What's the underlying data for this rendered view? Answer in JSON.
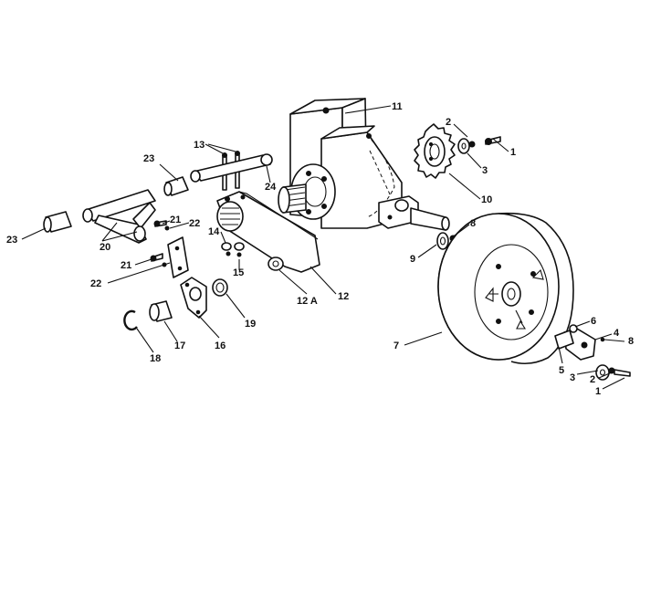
{
  "callouts": {
    "c1a": "1",
    "c1b": "1",
    "c2a": "2",
    "c2b": "2",
    "c3a": "3",
    "c3b": "3",
    "c4": "4",
    "c5": "5",
    "c6": "6",
    "c7": "7",
    "c8a": "8",
    "c8b": "8",
    "c9": "9",
    "c10": "10",
    "c11": "11",
    "c12": "12",
    "c12a": "12 A",
    "c13": "13",
    "c14": "14",
    "c15": "15",
    "c16": "16",
    "c17": "17",
    "c18": "18",
    "c19": "19",
    "c20": "20",
    "c21a": "21",
    "c21b": "21",
    "c22a": "22",
    "c22b": "22",
    "c23a": "23",
    "c23b": "23",
    "c24": "24"
  }
}
